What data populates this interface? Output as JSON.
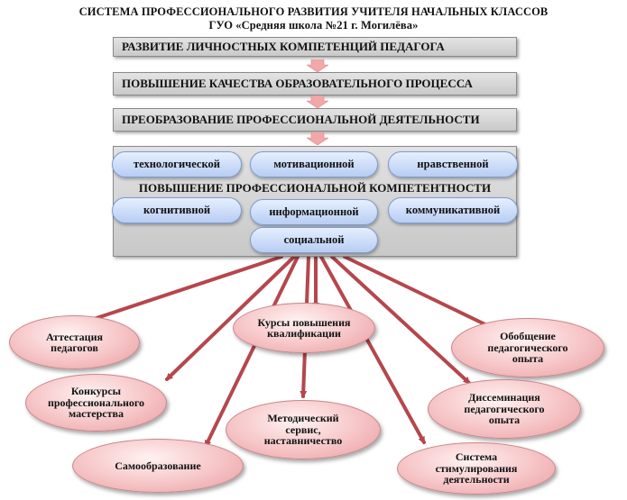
{
  "header": {
    "title_line1": "СИСТЕМА ПРОФЕССИОНАЛЬНОГО РАЗВИТИЯ УЧИТЕЛЯ НАЧАЛЬНЫХ КЛАССОВ",
    "title_line2": "ГУО «Средняя школа №21 г. Могилёва»"
  },
  "bands": [
    "РАЗВИТИЕ ЛИЧНОСТНЫХ КОМПЕТЕНЦИЙ ПЕДАГОГА",
    "ПОВЫШЕНИЕ КАЧЕСТВА ОБРАЗОВАТЕЛЬНОГО ПРОЦЕССА",
    "ПРЕОБРАЗОВАНИЕ ПРОФЕССИОНАЛЬНОЙ ДЕЯТЕЛЬНОСТИ"
  ],
  "competence": {
    "title": "ПОВЫШЕНИЕ ПРОФЕССИОНАЛЬНОЙ КОМПЕТЕНТНОСТИ",
    "items": [
      "технологической",
      "мотивационной",
      "нравственной",
      "когнитивной",
      "информационной",
      "коммуникативной",
      "социальной"
    ]
  },
  "outcomes": [
    "Аттестация\nпедагогов",
    "Курсы повышения\nквалификации",
    "Обобщение\nпедагогического\nопыта",
    "Конкурсы\nпрофессионального\nмастерства",
    "Методический\nсервис,\nнаставничество",
    "Диссеминация\nпедагогического\nопыта",
    "Самообразование",
    "Система\nстимулирования\nдеятельности"
  ],
  "colors": {
    "band_fill": "#d6d6d6",
    "pill_fill": "#c9daf8",
    "oval_fill": "#f4b8bb",
    "connector": "#b5474c",
    "down_arrow": "#f2a7a9"
  }
}
